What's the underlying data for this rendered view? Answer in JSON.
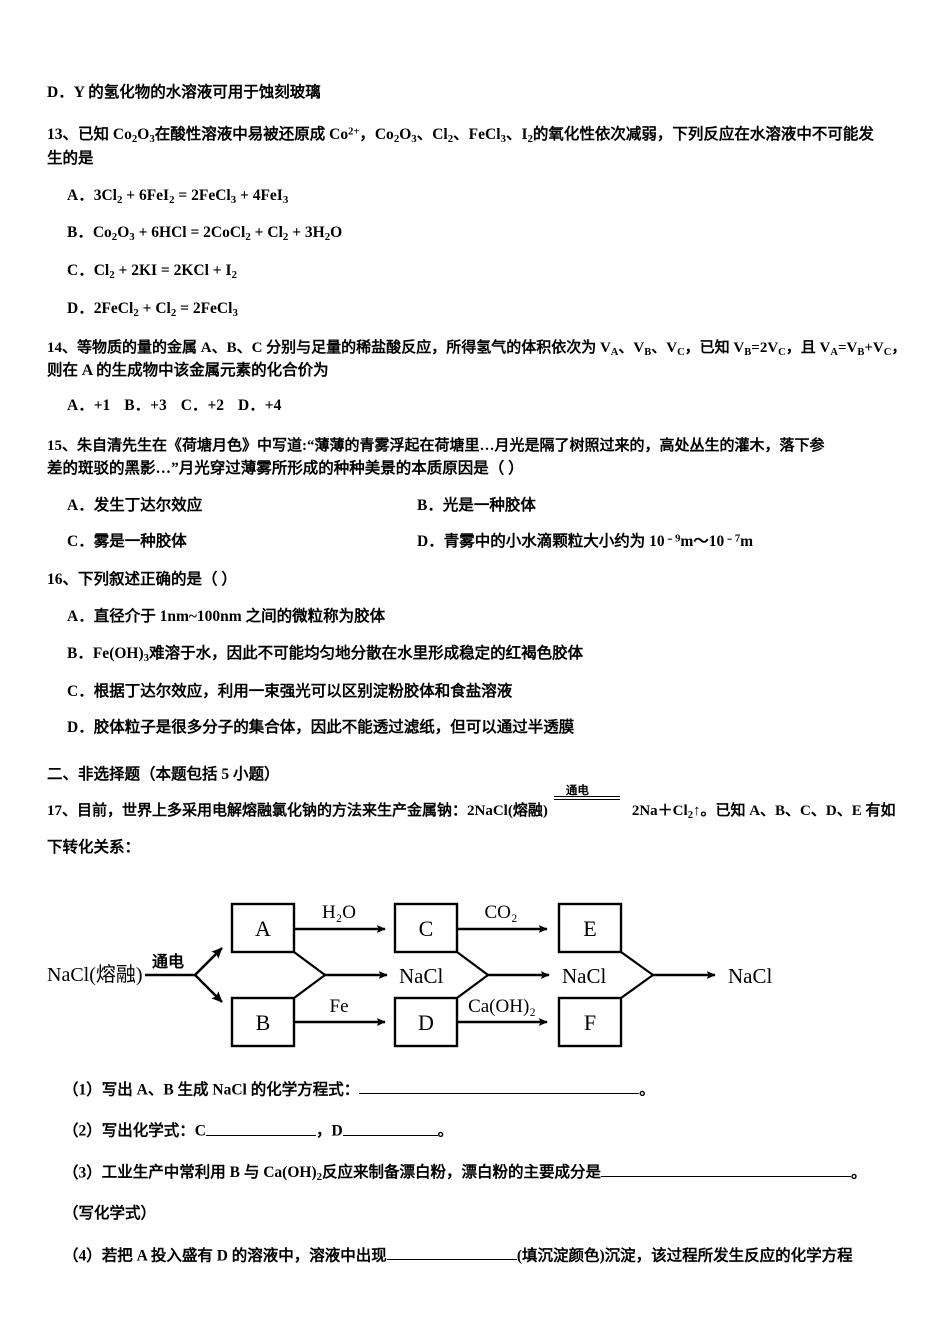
{
  "document": {
    "type": "chemistry-exam-page",
    "language": "zh-CN"
  },
  "top_option": {
    "label": "D．",
    "text": "Y 的氢化物的水溶液可用于蚀刻玻璃"
  },
  "q13": {
    "number": "13、",
    "stem_line1_a": "已知 Co",
    "stem_line1_sub1": "2",
    "stem_line1_b": "O",
    "stem_line1_sub2": "3",
    "stem_line1_c": "在酸性溶液中易被还原成 Co",
    "stem_line1_sup": "2+",
    "stem_line1_d": "，Co",
    "stem_line1_e": "O",
    "stem_line1_f": "、Cl",
    "stem_line1_g": "、FeCl",
    "stem_line1_h": "、I",
    "stem_line1_i": "的氧化性依次减弱，下列反应在水溶液中不可能发",
    "stem_line2": "生的是",
    "options": [
      {
        "label": "A．",
        "text": "3Cl₂ + 6FeI₂ = 2FeCl₃ + 4FeI₃"
      },
      {
        "label": "B．",
        "text": "Co₂O₃ + 6HCl = 2CoCl₂ + Cl₂ + 3H₂O"
      },
      {
        "label": "C．",
        "text": "Cl₂ + 2KI = 2KCl + I₂"
      },
      {
        "label": "D．",
        "text": "2FeCl₂ + Cl₂ = 2FeCl₃"
      }
    ]
  },
  "q14": {
    "number": "14、",
    "stem_line1": "等物质的量的金属 A、B、C 分别与足量的稀盐酸反应，所得氢气的体积依次为 V_A、V_B、V_C，已知 V_B=2V_C，且 V_A=V_B+V_C，",
    "stem_line2": "则在 A 的生成物中该金属元素的化合价为",
    "options_inline": "A．+1　B．+3　C．+2　D．+4",
    "options": [
      {
        "label": "A．",
        "text": "+1"
      },
      {
        "label": "B．",
        "text": "+3"
      },
      {
        "label": "C．",
        "text": "+2"
      },
      {
        "label": "D．",
        "text": "+4"
      }
    ]
  },
  "q15": {
    "number": "15、",
    "stem_line1": "朱自清先生在《荷塘月色》中写道:“薄薄的青雾浮起在荷塘里…月光是隔了树照过来的，高处丛生的灌木，落下参",
    "stem_line2": "差的斑驳的黑影…”月光穿过薄雾所形成的种种美景的本质原因是（    ）",
    "options": [
      {
        "label": "A．",
        "text": "发生丁达尔效应"
      },
      {
        "label": "B．",
        "text": "光是一种胶体"
      },
      {
        "label": "C．",
        "text": "雾是一种胶体"
      },
      {
        "label": "D．",
        "text": "青雾中的小水滴颗粒大小约为 10⁻⁹m～10⁻⁷m"
      }
    ]
  },
  "q16": {
    "number": "16、",
    "stem": "下列叙述正确的是（  ）",
    "options": [
      {
        "label": "A．",
        "text": "直径介于 1nm~100nm 之间的微粒称为胶体"
      },
      {
        "label": "B．",
        "text": "Fe(OH)₃难溶于水，因此不可能均匀地分散在水里形成稳定的红褐色胶体"
      },
      {
        "label": "C．",
        "text": "根据丁达尔效应，利用一束强光可以区别淀粉胶体和食盐溶液"
      },
      {
        "label": "D．",
        "text": "胶体粒子是很多分子的集合体，因此不能透过滤纸，但可以通过半透膜"
      }
    ]
  },
  "section2": {
    "heading": "二、非选择题（本题包括 5 小题）"
  },
  "q17": {
    "number": "17、",
    "stem_a": "目前，世界上多采用电解熔融氯化钠的方法来生产金属钠：2NaCl(熔融)",
    "reaction_condition": "通电",
    "stem_b": "2Na＋Cl₂↑。已知 A、B、C、D、E 有如",
    "stem_line2": "下转化关系：",
    "diagram": {
      "source_label": "NaCl(熔融)",
      "source_condition": "通电",
      "boxes": [
        {
          "id": "A",
          "label": "A"
        },
        {
          "id": "B",
          "label": "B"
        },
        {
          "id": "C",
          "label": "C"
        },
        {
          "id": "D",
          "label": "D"
        },
        {
          "id": "E",
          "label": "E"
        },
        {
          "id": "F",
          "label": "F"
        }
      ],
      "edge_labels": [
        {
          "id": "a-to-c",
          "label": "H₂O"
        },
        {
          "id": "c-to-e",
          "label": "CO₂"
        },
        {
          "id": "b-to-d",
          "label": "Fe"
        },
        {
          "id": "d-to-f",
          "label": "Ca(OH)₂"
        }
      ],
      "merge_products": [
        {
          "id": "merge-1",
          "label": "NaCl"
        },
        {
          "id": "merge-2",
          "label": "NaCl"
        },
        {
          "id": "merge-3",
          "label": "NaCl"
        }
      ]
    },
    "subquestions": [
      {
        "num": "（1）",
        "text_before": "写出 A、B 生成 NaCl 的化学方程式：",
        "text_after": "。"
      },
      {
        "num": "（2）",
        "text_before": "写出化学式：C",
        "text_mid": "，D",
        "text_after": "。"
      },
      {
        "num": "（3）",
        "text_before": "工业生产中常利用 B 与 Ca(OH)₂反应来制备漂白粉，漂白粉的主要成分是",
        "text_after": "。"
      },
      {
        "num": "",
        "text_before": "（写化学式）",
        "text_after": ""
      },
      {
        "num": "（4）",
        "text_before": "若把 A 投入盛有 D 的溶液中，溶液中出现",
        "text_mid": "(填沉淀颜色)沉淀，该过程所发生反应的化学方程",
        "text_after": ""
      }
    ]
  }
}
